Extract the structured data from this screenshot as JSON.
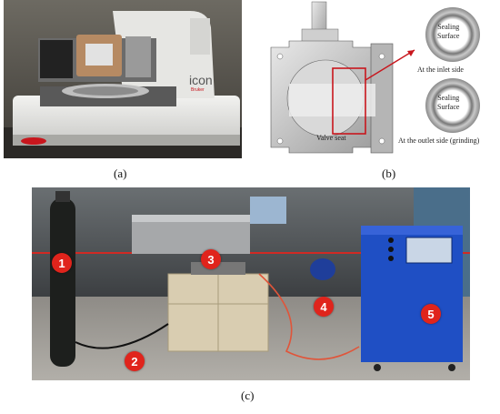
{
  "panel_a": {
    "caption": "(a)",
    "device_brand": "icon",
    "device_subbrand": "Bruker"
  },
  "panel_b": {
    "caption": "(b)",
    "valve_seat_label": "Valve seat",
    "inlet_ring_label": "Sealing\nSurface",
    "inlet_caption": "At the inlet side",
    "outlet_ring_label": "Sealing\nSurface",
    "outlet_caption": "At the outlet side (grinding)"
  },
  "panel_c": {
    "caption": "(c)",
    "markers": [
      "1",
      "2",
      "3",
      "4",
      "5"
    ]
  },
  "colors": {
    "marker_red": "#e0241c",
    "cabinet_blue": "#1f4fc4",
    "highlight_box": "#c8161d"
  }
}
